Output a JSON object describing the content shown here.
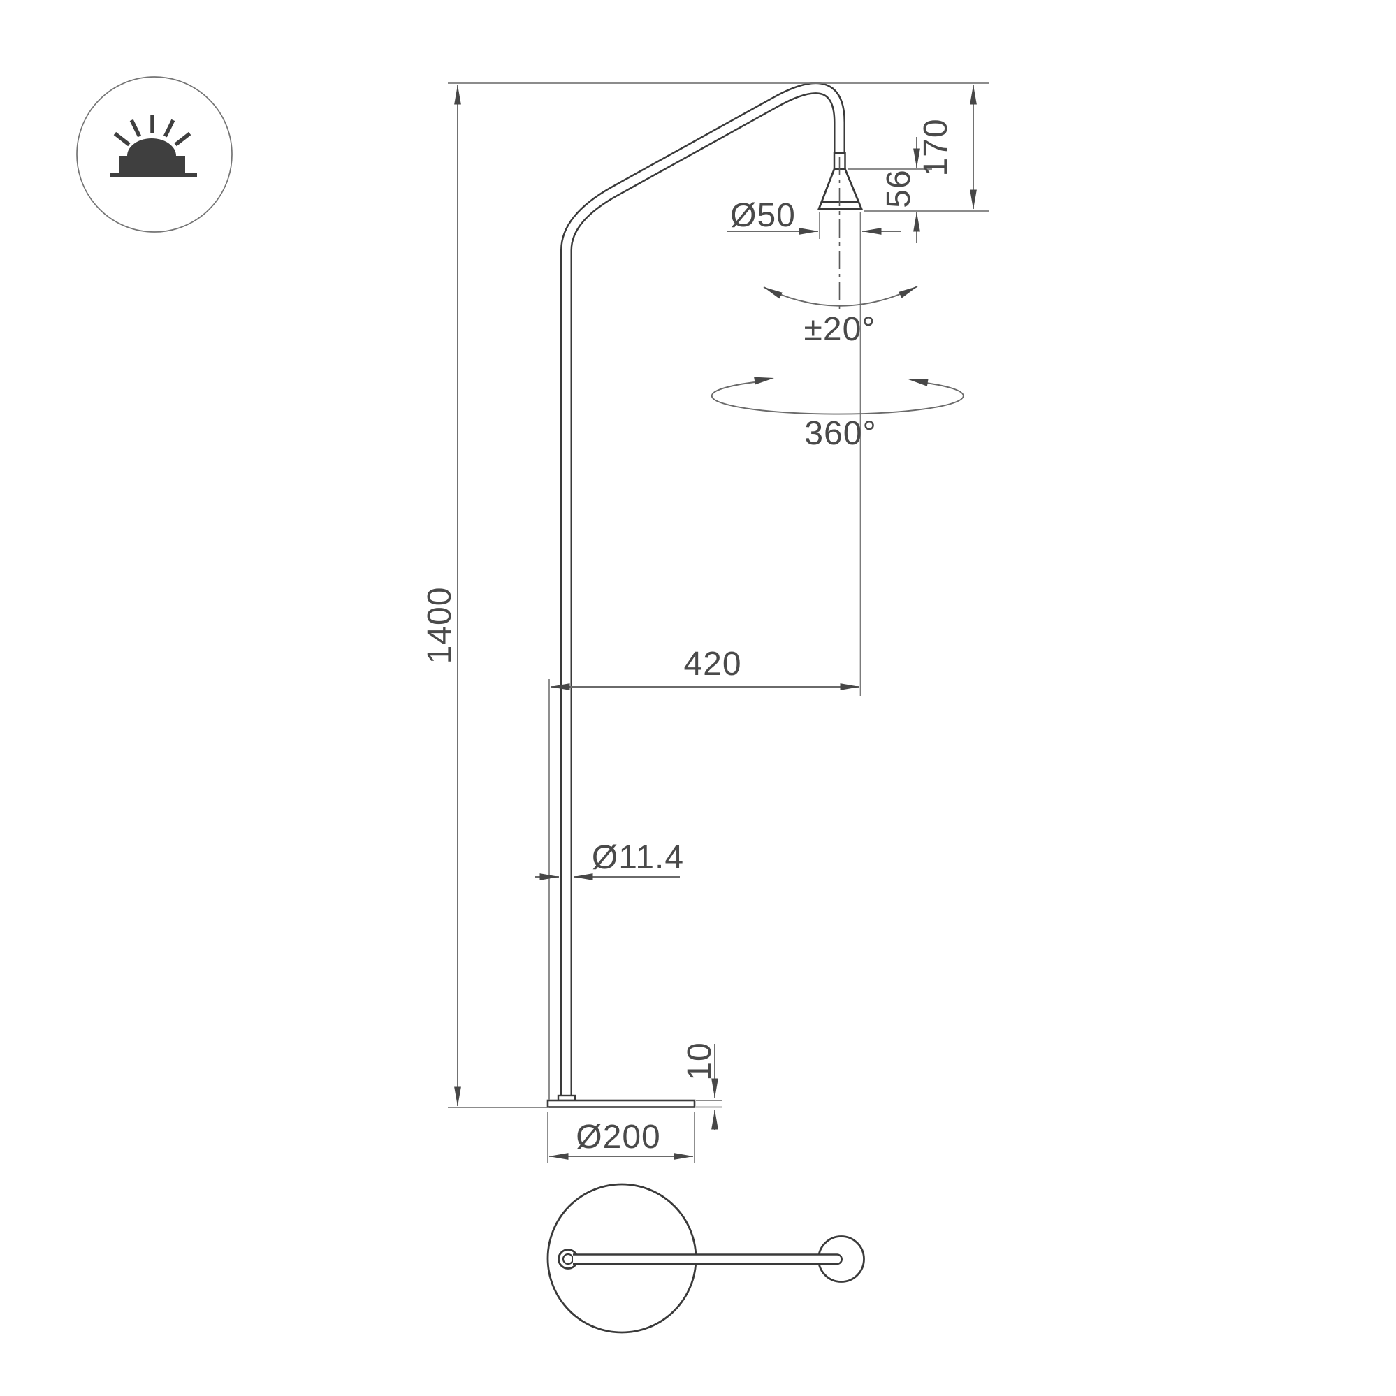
{
  "badge": {
    "icon": "surface-light-icon"
  },
  "dims": {
    "total_height": "1400",
    "arm_reach": "420",
    "head_diameter": "Ø50",
    "head_drop_height": "170",
    "cone_height": "56",
    "tilt_range": "±20°",
    "rotation_range": "360°",
    "pole_diameter": "Ø11.4",
    "base_thickness": "10",
    "base_diameter": "Ø200"
  },
  "colors": {
    "outline": "#3a3a3a",
    "dimension_line": "#6a6a6a",
    "text": "#4a4a4a",
    "background": "#ffffff"
  }
}
